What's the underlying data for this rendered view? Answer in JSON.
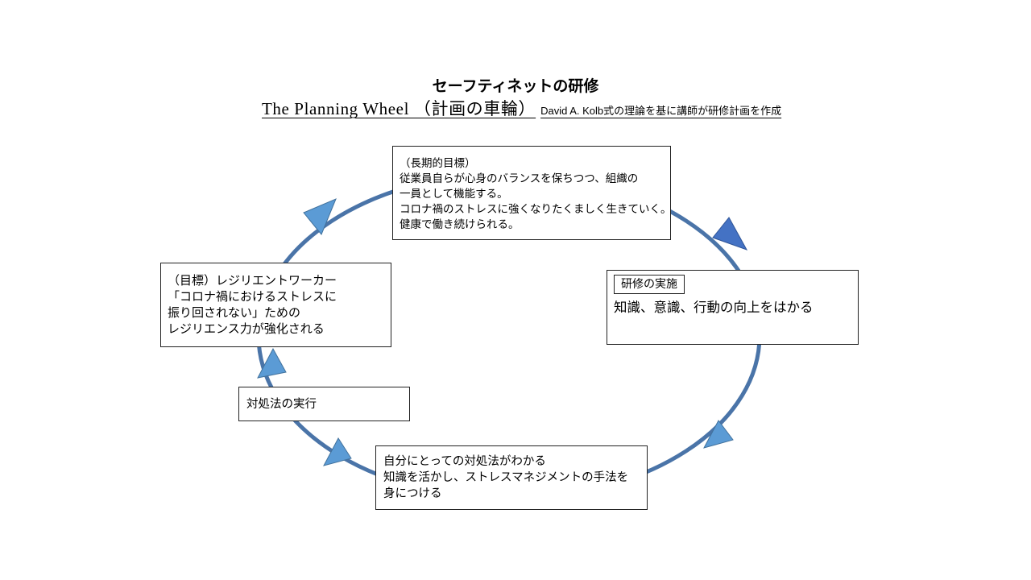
{
  "header": {
    "title": "セーフティネットの研修",
    "subtitle_main": "The  Planning  Wheel （計画の車輪）",
    "subtitle_note": "David A. Kolb式の理論を基に講師が研修計画を作成"
  },
  "colors": {
    "ring": "#4a74a8",
    "arrow_light": "#5b9bd5",
    "arrow_dark": "#4472c4",
    "box_border": "#222222"
  },
  "nodes": {
    "long_term_goal": {
      "lines": [
        "（長期的目標）",
        "従業員自らが心身のバランスを保ちつつ、組織の",
        "一員として機能する。",
        "コロナ禍のストレスに強くなりたくましく生きていく。",
        "健康で働き続けられる。"
      ]
    },
    "training": {
      "tag": "研修の実施",
      "desc": "知識、意識、行動の向上をはかる"
    },
    "understand": {
      "lines": [
        "自分にとっての対処法がわかる",
        "知識を活かし、ストレスマネジメントの手法を",
        "身につける"
      ]
    },
    "execute": {
      "label": "対処法の実行"
    },
    "goal": {
      "lines": [
        "（目標）レジリエントワーカー",
        "「コロナ禍におけるストレスに",
        "振り回されない」ための",
        "レジリエンス力が強化される"
      ]
    }
  }
}
